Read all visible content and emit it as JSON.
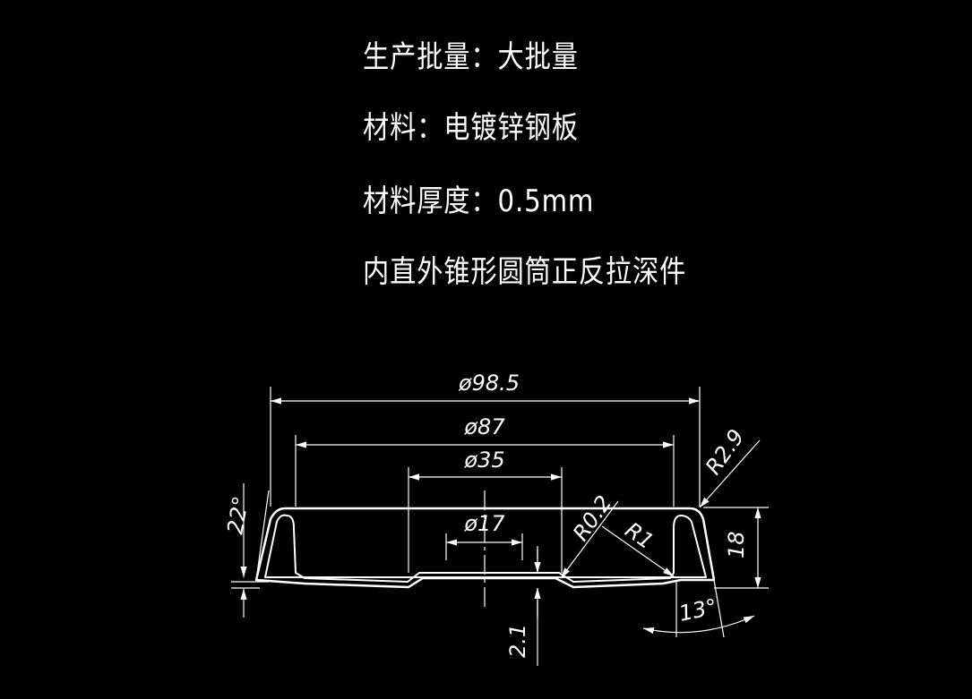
{
  "notes": {
    "batch": "生产批量：大批量",
    "material": "材料：电镀锌钢板",
    "thickness": "材料厚度：0.5mm",
    "part_name": "内直外锥形圆筒正反拉深件"
  },
  "dimensions": {
    "d_outer": "ø98.5",
    "d_flange": "ø87",
    "d_step": "ø35",
    "d_hole": "ø17",
    "r_top": "R2.9",
    "r_small": "R0.2",
    "r_bottom": "R1",
    "height": "18",
    "depth": "2.1",
    "angle_left": "22°",
    "angle_right": "13°"
  },
  "colors": {
    "background": "#000000",
    "lines": "#ffffff"
  }
}
